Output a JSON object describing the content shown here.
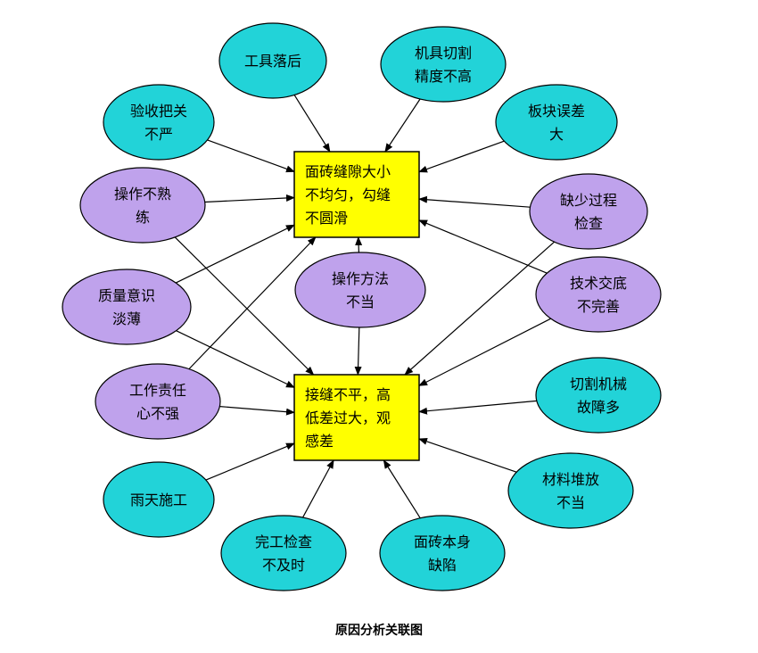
{
  "caption": "原因分析关联图",
  "colors": {
    "cyan_fill": "#22D3D8",
    "purple_fill": "#BFA2EC",
    "yellow_fill": "#FFFF00",
    "outline": "#000000",
    "arrow": "#000000"
  },
  "targets": [
    {
      "id": "t1",
      "lines": [
        "面砖缝隙大小",
        "不均匀，勾缝",
        "不圆滑"
      ]
    },
    {
      "id": "t2",
      "lines": [
        "接缝不平，高",
        "低差过大，观",
        "感差"
      ]
    }
  ],
  "causes": [
    {
      "id": "c1",
      "color": "cyan",
      "lines": [
        "工具落后"
      ]
    },
    {
      "id": "c2",
      "color": "cyan",
      "lines": [
        "机具切割",
        "精度不高"
      ]
    },
    {
      "id": "c3",
      "color": "cyan",
      "lines": [
        "验收把关",
        "不严"
      ]
    },
    {
      "id": "c4",
      "color": "cyan",
      "lines": [
        "板块误差",
        "大"
      ]
    },
    {
      "id": "c5",
      "color": "purple",
      "lines": [
        "操作不熟",
        "练"
      ]
    },
    {
      "id": "c6",
      "color": "purple",
      "lines": [
        "缺少过程",
        "检查"
      ]
    },
    {
      "id": "c7",
      "color": "purple",
      "lines": [
        "质量意识",
        "淡薄"
      ]
    },
    {
      "id": "c8",
      "color": "purple",
      "lines": [
        "操作方法",
        "不当"
      ]
    },
    {
      "id": "c9",
      "color": "purple",
      "lines": [
        "技术交底",
        "不完善"
      ]
    },
    {
      "id": "c10",
      "color": "purple",
      "lines": [
        "工作责任",
        "心不强"
      ]
    },
    {
      "id": "c11",
      "color": "cyan",
      "lines": [
        "切割机械",
        "故障多"
      ]
    },
    {
      "id": "c12",
      "color": "cyan",
      "lines": [
        "雨天施工"
      ]
    },
    {
      "id": "c13",
      "color": "cyan",
      "lines": [
        "材料堆放",
        "不当"
      ]
    },
    {
      "id": "c14",
      "color": "cyan",
      "lines": [
        "完工检查",
        "不及时"
      ]
    },
    {
      "id": "c15",
      "color": "cyan",
      "lines": [
        "面砖本身",
        "缺陷"
      ]
    }
  ],
  "links": [
    [
      "c1",
      "t1"
    ],
    [
      "c2",
      "t1"
    ],
    [
      "c3",
      "t1"
    ],
    [
      "c4",
      "t1"
    ],
    [
      "c5",
      "t1"
    ],
    [
      "c6",
      "t1"
    ],
    [
      "c7",
      "t1"
    ],
    [
      "c8",
      "t1"
    ],
    [
      "c9",
      "t1"
    ],
    [
      "c10",
      "t1"
    ],
    [
      "c5",
      "t2"
    ],
    [
      "c6",
      "t2"
    ],
    [
      "c7",
      "t2"
    ],
    [
      "c8",
      "t2"
    ],
    [
      "c9",
      "t2"
    ],
    [
      "c10",
      "t2"
    ],
    [
      "c11",
      "t2"
    ],
    [
      "c12",
      "t2"
    ],
    [
      "c13",
      "t2"
    ],
    [
      "c14",
      "t2"
    ],
    [
      "c15",
      "t2"
    ]
  ]
}
